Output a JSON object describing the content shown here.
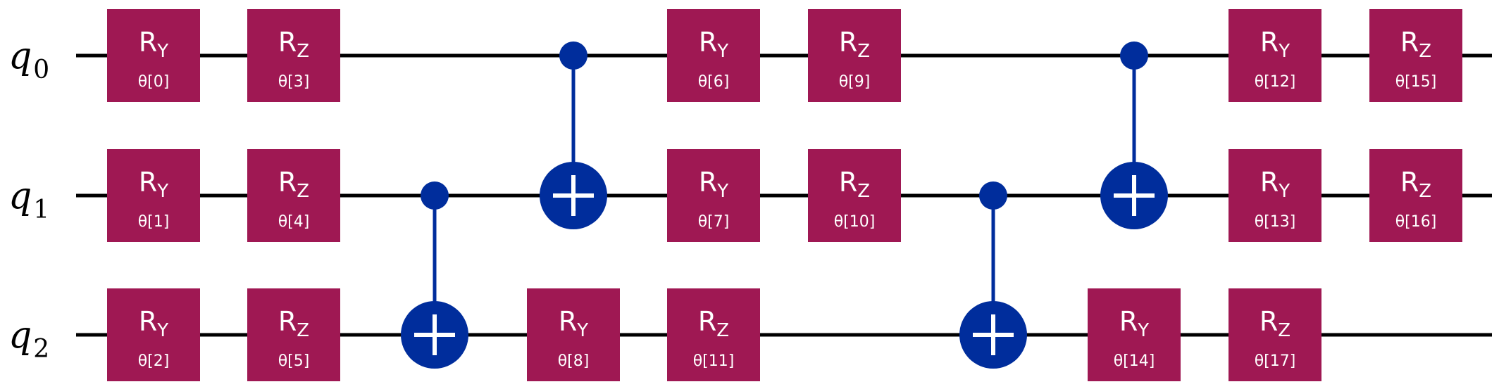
{
  "colors": {
    "wire": "#000000",
    "gate": "#9f1853",
    "gate_text": "#ffffff",
    "control": "#002d9c",
    "target": "#002d9c",
    "target_cross": "#ffffff"
  },
  "qubits": [
    {
      "letter": "q",
      "index": "0"
    },
    {
      "letter": "q",
      "index": "1"
    },
    {
      "letter": "q",
      "index": "2"
    }
  ],
  "gates": [
    {
      "name": "R",
      "axis": "Y",
      "param": "θ[0]",
      "qubit": 0,
      "column": 0
    },
    {
      "name": "R",
      "axis": "Y",
      "param": "θ[1]",
      "qubit": 1,
      "column": 0
    },
    {
      "name": "R",
      "axis": "Y",
      "param": "θ[2]",
      "qubit": 2,
      "column": 0
    },
    {
      "name": "R",
      "axis": "Z",
      "param": "θ[3]",
      "qubit": 0,
      "column": 1
    },
    {
      "name": "R",
      "axis": "Z",
      "param": "θ[4]",
      "qubit": 1,
      "column": 1
    },
    {
      "name": "R",
      "axis": "Z",
      "param": "θ[5]",
      "qubit": 2,
      "column": 1
    },
    {
      "name": "R",
      "axis": "Y",
      "param": "θ[6]",
      "qubit": 0,
      "column": 4
    },
    {
      "name": "R",
      "axis": "Y",
      "param": "θ[7]",
      "qubit": 1,
      "column": 4
    },
    {
      "name": "R",
      "axis": "Y",
      "param": "θ[8]",
      "qubit": 2,
      "column": 3
    },
    {
      "name": "R",
      "axis": "Z",
      "param": "θ[9]",
      "qubit": 0,
      "column": 5
    },
    {
      "name": "R",
      "axis": "Z",
      "param": "θ[10]",
      "qubit": 1,
      "column": 5
    },
    {
      "name": "R",
      "axis": "Z",
      "param": "θ[11]",
      "qubit": 2,
      "column": 4
    },
    {
      "name": "R",
      "axis": "Y",
      "param": "θ[12]",
      "qubit": 0,
      "column": 8
    },
    {
      "name": "R",
      "axis": "Y",
      "param": "θ[13]",
      "qubit": 1,
      "column": 8
    },
    {
      "name": "R",
      "axis": "Y",
      "param": "θ[14]",
      "qubit": 2,
      "column": 7
    },
    {
      "name": "R",
      "axis": "Z",
      "param": "θ[15]",
      "qubit": 0,
      "column": 9
    },
    {
      "name": "R",
      "axis": "Z",
      "param": "θ[16]",
      "qubit": 1,
      "column": 9
    },
    {
      "name": "R",
      "axis": "Z",
      "param": "θ[17]",
      "qubit": 2,
      "column": 8
    }
  ],
  "cnots": [
    {
      "control": 1,
      "target": 2,
      "column": 2
    },
    {
      "control": 0,
      "target": 1,
      "column": 3
    },
    {
      "control": 1,
      "target": 2,
      "column": 6
    },
    {
      "control": 0,
      "target": 1,
      "column": 7
    }
  ]
}
